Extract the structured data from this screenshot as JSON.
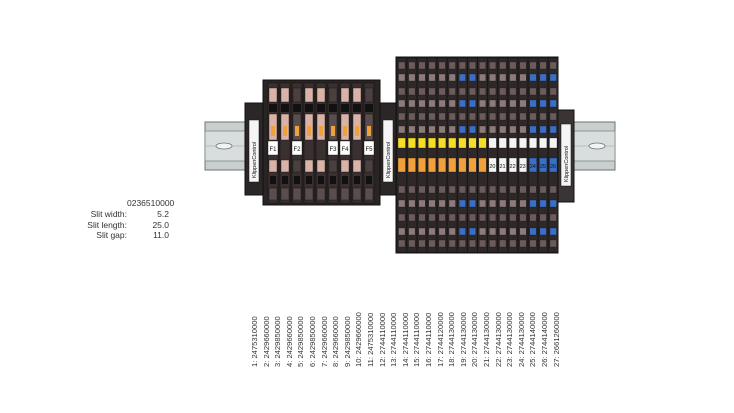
{
  "spec": {
    "part_number": "0236510000",
    "rows": [
      {
        "label": "Slit width:",
        "value": "5.2"
      },
      {
        "label": "Slit length:",
        "value": "25.0"
      },
      {
        "label": "Slit gap:",
        "value": "11.0"
      }
    ]
  },
  "end_bracket_text": "KlippenControl",
  "fuse_labels": [
    "F1",
    "F2",
    "F3",
    "F4",
    "F5"
  ],
  "terminal_markers": [
    "20",
    "21",
    "22",
    "23",
    "24",
    "25",
    "26"
  ],
  "parts_list": [
    "1: 2475310000",
    "2: 2429660000",
    "3: 2429850000",
    "4: 2429660000",
    "5: 2429850000",
    "6: 2429850000",
    "7: 2429660000",
    "8: 2429660000",
    "9: 2429850000",
    "10: 2429660000",
    "11: 2475310000",
    "12: 2744110000",
    "13: 2744110000",
    "14: 2744110000",
    "15: 2744110000",
    "16: 2744110000",
    "17: 2744120000",
    "18: 2744130000",
    "19: 2744130000",
    "20: 2744130000",
    "21: 2744130000",
    "22: 2744130000",
    "23: 2744130000",
    "24: 2744130000",
    "25: 2744140000",
    "26: 2744140000",
    "27: 2661260000"
  ],
  "colors": {
    "rail": "#c9cfcf",
    "terminal_dark": "#2a2424",
    "terminal_mid": "#3a3030",
    "fuse_pink": "#d9b3a8",
    "fuse_orange": "#f0a03c",
    "yellow": "#f5dd2a",
    "blue": "#3b6fc4",
    "white": "#f4f4f4"
  }
}
